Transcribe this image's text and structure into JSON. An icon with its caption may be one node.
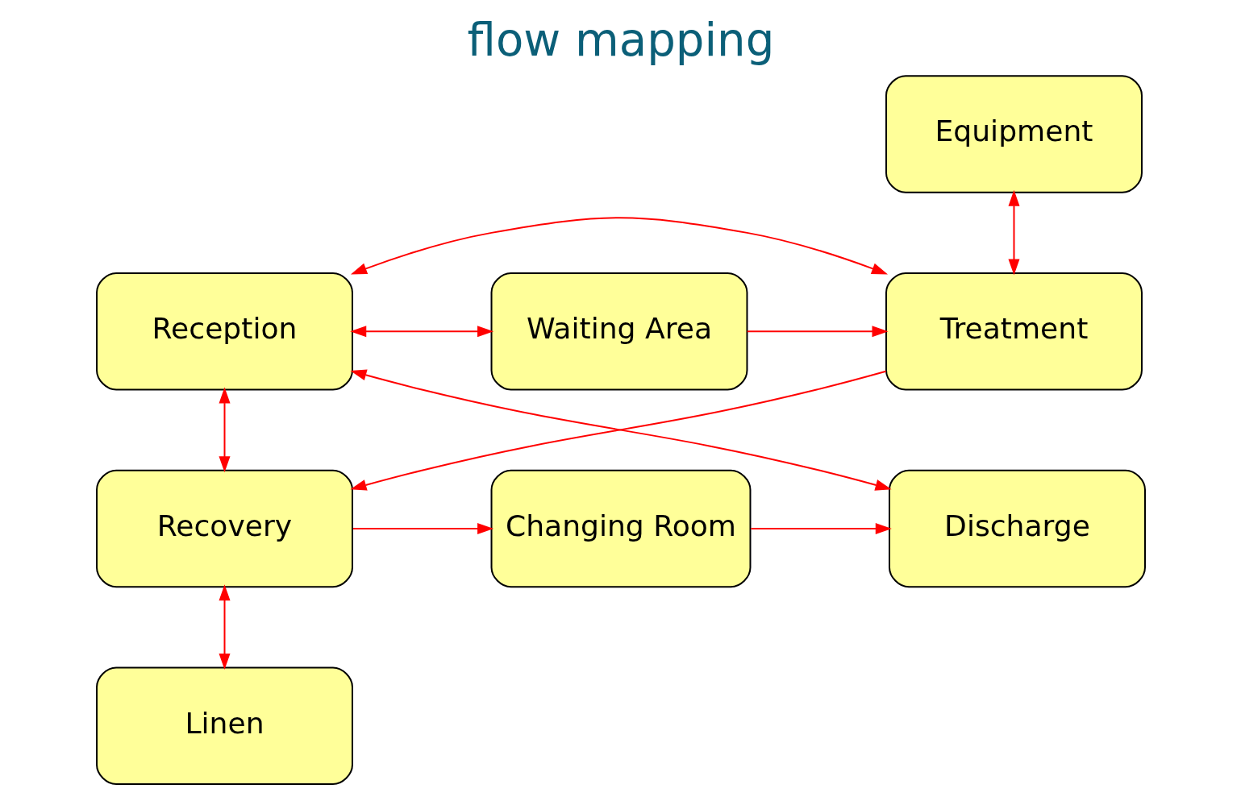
{
  "diagram": {
    "title": "flow mapping",
    "nodes": [
      {
        "text": [
          "Equipment"
        ]
      },
      {
        "text": [
          "Reception"
        ]
      },
      {
        "text": [
          "Waiting Area"
        ]
      },
      {
        "text": [
          "Treatment"
        ]
      },
      {
        "text": [
          "Discharge"
        ]
      },
      {
        "text": [
          "Changing Room"
        ]
      },
      {
        "text": [
          "Recovery"
        ]
      },
      {
        "text": [
          "Linen"
        ]
      }
    ],
    "edges": [
      {
        "from": 1,
        "to": 2,
        "arrow": "both"
      },
      {
        "from": 2,
        "to": 3,
        "arrow": "to"
      },
      {
        "from": 0,
        "to": 3,
        "arrow": "both"
      },
      {
        "from": 1,
        "to": 3,
        "arrow": "both"
      },
      {
        "from": 1,
        "to": 6,
        "arrow": "both"
      },
      {
        "from": 1,
        "to": 4,
        "arrow": "both"
      },
      {
        "from": 3,
        "to": 6,
        "arrow": "to"
      },
      {
        "from": 6,
        "to": 5,
        "arrow": "to"
      },
      {
        "from": 5,
        "to": 4,
        "arrow": "to"
      },
      {
        "from": 6,
        "to": 7,
        "arrow": "both"
      }
    ]
  }
}
